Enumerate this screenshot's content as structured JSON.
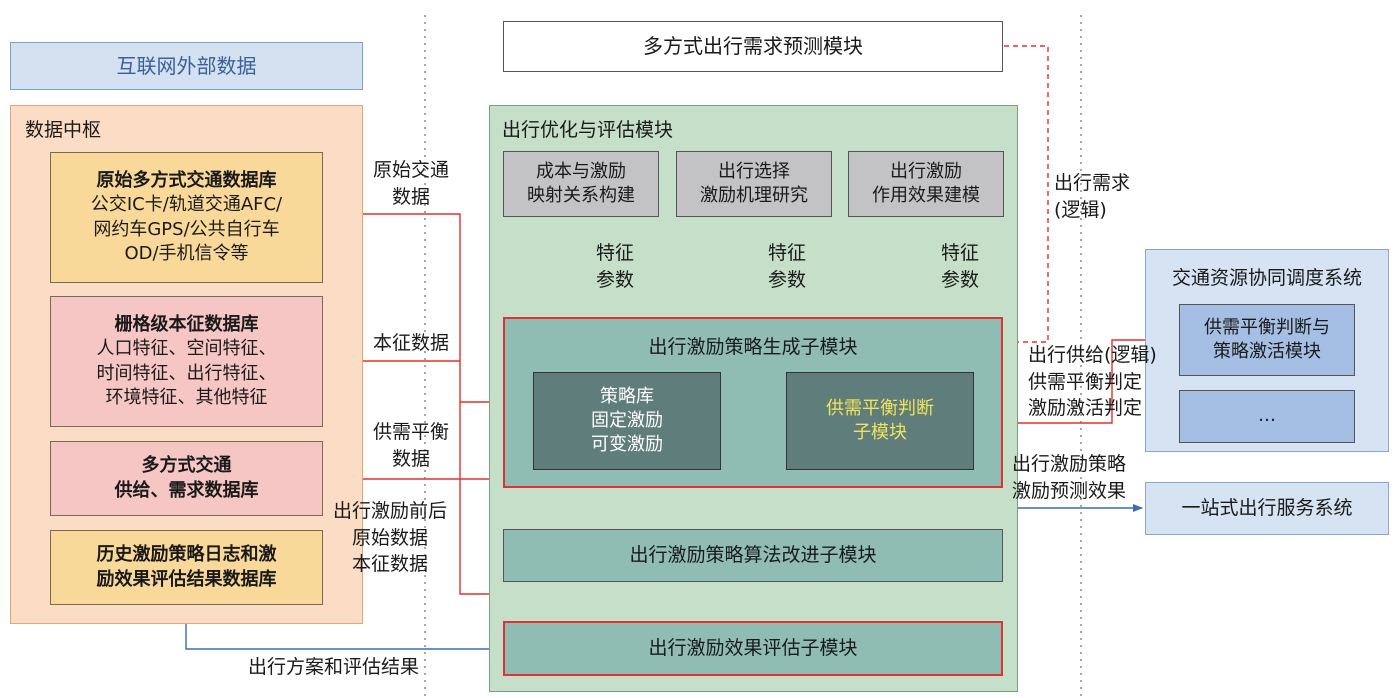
{
  "internet": {
    "title": "互联网外部数据"
  },
  "hub": {
    "title": "数据中枢",
    "db1": {
      "title": "原始多方式交通数据库",
      "lines": [
        "公交IC卡/轨道交通AFC/",
        "网约车GPS/公共自行车",
        "OD/手机信令等"
      ]
    },
    "db2": {
      "title": "栅格级本征数据库",
      "lines": [
        "人口特征、空间特征、",
        "时间特征、出行特征、",
        "环境特征、其他特征"
      ]
    },
    "db3": {
      "lines": [
        "多方式交通",
        "供给、需求数据库"
      ]
    },
    "db4": {
      "lines": [
        "历史激励策略日志和激",
        "励效果评估结果数据库"
      ]
    }
  },
  "demand_module": {
    "title": "多方式出行需求预测模块"
  },
  "opt_module": {
    "title": "出行优化与评估模块",
    "sub1": [
      "成本与激励",
      "映射关系构建"
    ],
    "sub2": [
      "出行选择",
      "激励机理研究"
    ],
    "sub3": [
      "出行激励",
      "作用效果建模"
    ],
    "feature_label": [
      "特征",
      "参数"
    ],
    "gen": {
      "title": "出行激励策略生成子模块",
      "lib": [
        "策略库",
        "固定激励",
        "可变激励"
      ],
      "balance": [
        "供需平衡判断",
        "子模块"
      ]
    },
    "algo": {
      "title": "出行激励策略算法改进子模块"
    },
    "eval": {
      "title": "出行激励效果评估子模块"
    }
  },
  "resource_system": {
    "title": "交通资源协同调度系统",
    "balance": [
      "供需平衡判断与",
      "策略激活模块"
    ],
    "more": "…"
  },
  "service_system": {
    "title": "一站式出行服务系统"
  },
  "labels": {
    "raw_data": [
      "原始交通",
      "数据"
    ],
    "intrinsic": "本征数据",
    "supply_demand": [
      "供需平衡",
      "数据"
    ],
    "before_after": [
      "出行激励前后",
      "原始数据",
      "本征数据"
    ],
    "plan_result": "出行方案和评估结果",
    "demand_logic": [
      "出行需求",
      "(逻辑)"
    ],
    "supply_logic": [
      "出行供给(逻辑)",
      "供需平衡判定",
      "激励激活判定"
    ],
    "strategy_effect": [
      "出行激励策略",
      "激励预测效果"
    ]
  },
  "colors": {
    "internet_fill": "#d4e1f1",
    "hub_fill": "#fbdcc4",
    "db_yellow": "#f9d99a",
    "db_pink": "#f5c6c3",
    "opt_fill": "#c6dfc8",
    "teal": "#8fbdb4",
    "dark_teal": "#5f7e7b",
    "grey": "#c3c3c5",
    "blue_panel": "#d6e3f3",
    "blue_box": "#a4bfe3",
    "red": "#e0322e",
    "arrow_blue": "#3b6db1"
  }
}
